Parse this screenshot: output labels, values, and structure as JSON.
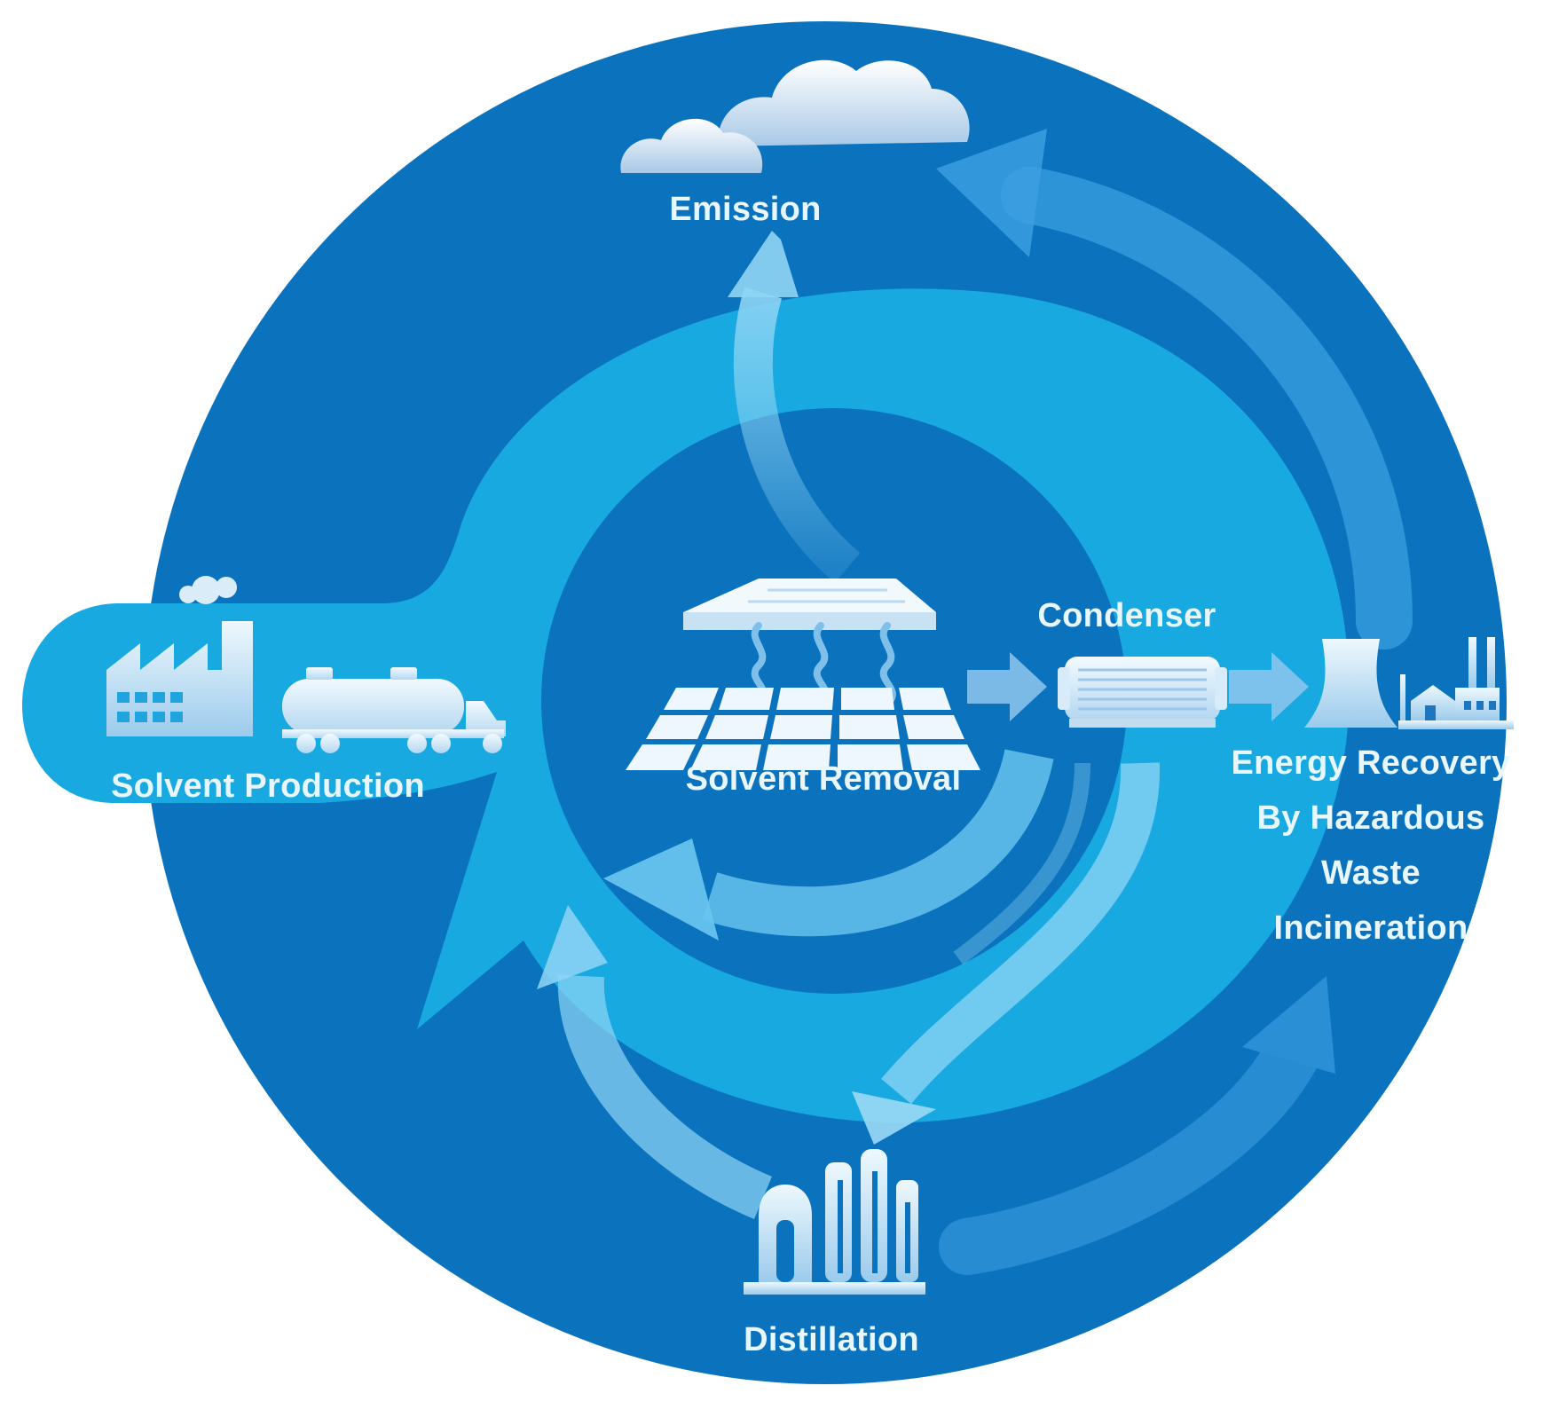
{
  "colors": {
    "background": "#ffffff",
    "outer_circle": "#0b73be",
    "outer_circle_dark": "#0762a8",
    "inner_band": "#19a9e1",
    "inner_band_light": "#2bb6ea",
    "arrow_light": "#6cc7f0",
    "label": "#e8f6fd",
    "icon_light": "#e6f3fb",
    "icon_shade": "#b6d5ee"
  },
  "nodes": {
    "emission": {
      "label": "Emission"
    },
    "solvent_production": {
      "label": "Solvent Production"
    },
    "solvent_removal": {
      "label": "Solvent Removal"
    },
    "condenser": {
      "label": "Condenser"
    },
    "energy_recovery": {
      "label_lines": [
        "Energy Recovery",
        "By Hazardous",
        "Waste",
        "Incineration"
      ]
    },
    "distillation": {
      "label": "Distillation"
    }
  }
}
